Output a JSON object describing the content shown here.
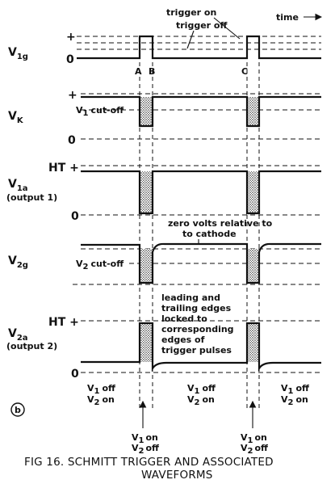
{
  "figure": {
    "caption_line1": "FIG 16.   SCHMITT TRIGGER AND ASSOCIATED",
    "caption_line2": "WAVEFORMS",
    "panel_label": "b"
  },
  "axis": {
    "time_label": "time"
  },
  "signals": {
    "v1g": {
      "main": "V",
      "sub": "1g"
    },
    "vk": {
      "main": "V",
      "sub": "K"
    },
    "v1a": {
      "main": "V",
      "sub": "1a",
      "note": "(output 1)"
    },
    "v2g": {
      "main": "V",
      "sub": "2g"
    },
    "v2a": {
      "main": "V",
      "sub": "2a",
      "note": "(output 2)"
    }
  },
  "levels": {
    "plus": "+",
    "zero": "0",
    "ht_plus": "HT +",
    "trigger_on": "trigger on",
    "trigger_off": "trigger off",
    "v1_cutoff": "V",
    "v1_cutoff_sub": "1",
    "v1_cutoff_text": "cut-off",
    "v2_cutoff": "V",
    "v2_cutoff_sub": "2",
    "v2_cutoff_text": "cut-off"
  },
  "markers": {
    "a": "A",
    "b": "B",
    "c": "C"
  },
  "annotations": {
    "zero_volts_line1": "zero volts relative to",
    "zero_volts_line2": "to cathode",
    "edges_line1": "leading and",
    "edges_line2": "trailing edges",
    "edges_line3": "locked to",
    "edges_line4": "corresponding",
    "edges_line5": "edges of",
    "edges_line6": "trigger pulses"
  },
  "states": {
    "v1_off": "V",
    "v1_off_sub": "1",
    "v1_off_text": "off",
    "v2_on": "V",
    "v2_on_sub": "2",
    "v2_on_text": "on",
    "v1_on": "V",
    "v1_on_sub": "1",
    "v1_on_text": "on",
    "v2_off": "V",
    "v2_off_sub": "2",
    "v2_off_text": "off"
  }
}
